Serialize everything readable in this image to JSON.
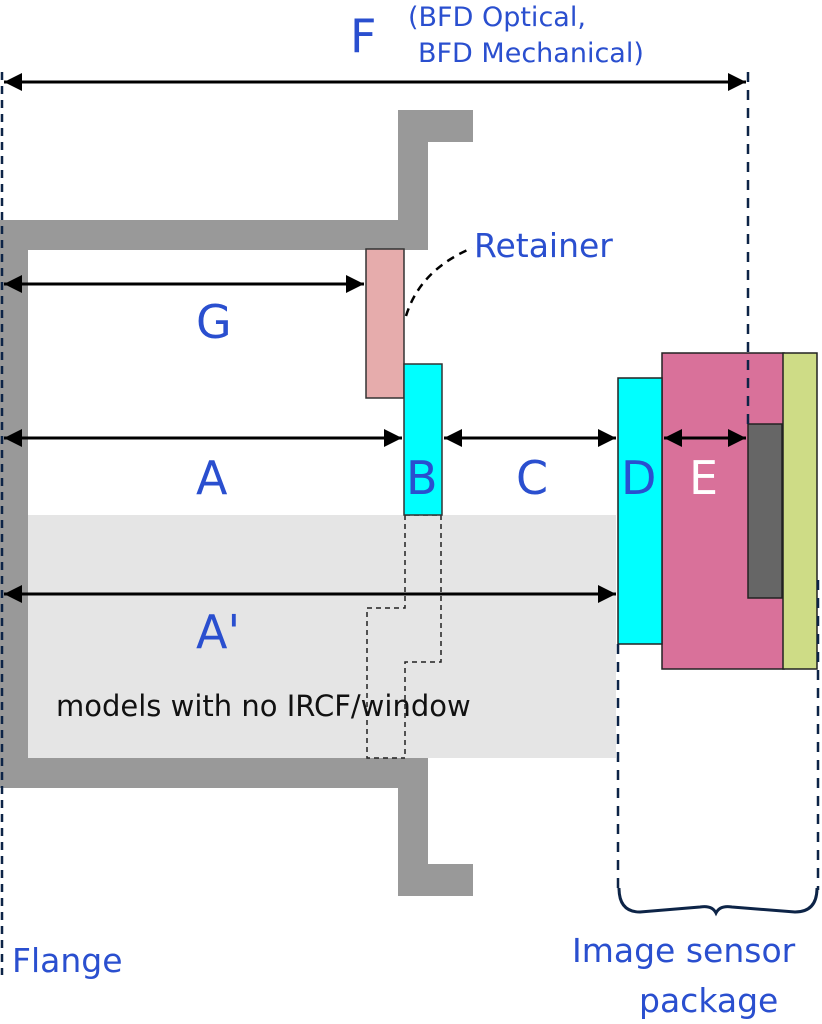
{
  "diagram": {
    "title_label": "F",
    "title_note_line1": "(BFD Optical,",
    "title_note_line2": "BFD Mechanical)",
    "labels": {
      "G": "G",
      "A": "A",
      "B": "B",
      "C": "C",
      "D": "D",
      "E": "E",
      "A_prime": "A'",
      "retainer": "Retainer",
      "no_ircf_note": "models with no IRCF/window",
      "flange": "Flange",
      "sensor_line1": "Image sensor",
      "sensor_line2": "package"
    },
    "colors": {
      "label_blue": "#2a4fcf",
      "mount_gray": "#999999",
      "shaded_region": "#e5e5e5",
      "retainer_pink": "#e6acac",
      "ircf_cyan": "#00ffff",
      "package_magenta": "#d9719a",
      "sensor_die_gray": "#666666",
      "substrate_green": "#cedc86",
      "guide_navy": "#0d2447"
    }
  }
}
